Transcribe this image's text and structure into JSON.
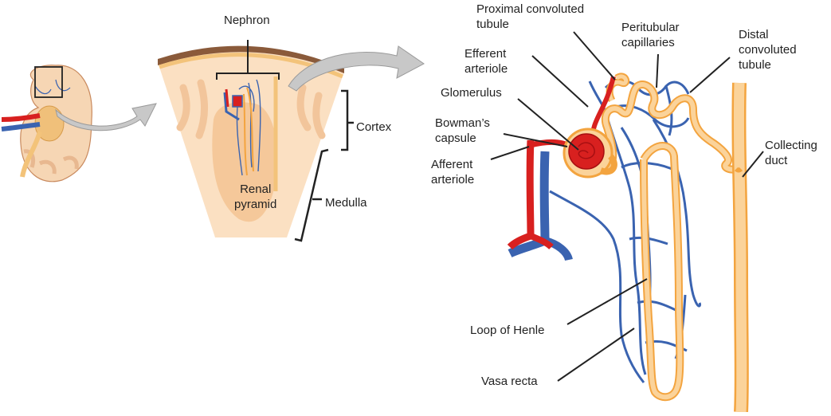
{
  "colors": {
    "artery": "#d8201f",
    "vein": "#3a63b0",
    "tubule_fill": "#fbd39a",
    "tubule_edge": "#f3a43f",
    "tissue": "#fbe0c2",
    "tissue_dark": "#f5c89a",
    "capsule_band": "#8a5a3a",
    "arrow": "#c8c8c8"
  },
  "labels": {
    "nephron": "Nephron",
    "cortex": "Cortex",
    "medulla": "Medulla",
    "renal_pyramid": "Renal\npyramid",
    "proximal": "Proximal convoluted\ntubule",
    "efferent": "Efferent\narteriole",
    "peritubular": "Peritubular\ncapillaries",
    "distal": "Distal\nconvoluted\ntubule",
    "glomerulus": "Glomerulus",
    "bowman": "Bowman’s\ncapsule",
    "afferent": "Afferent\narteriole",
    "collecting": "Collecting\nduct",
    "loop": "Loop of Henle",
    "vasa": "Vasa recta"
  }
}
